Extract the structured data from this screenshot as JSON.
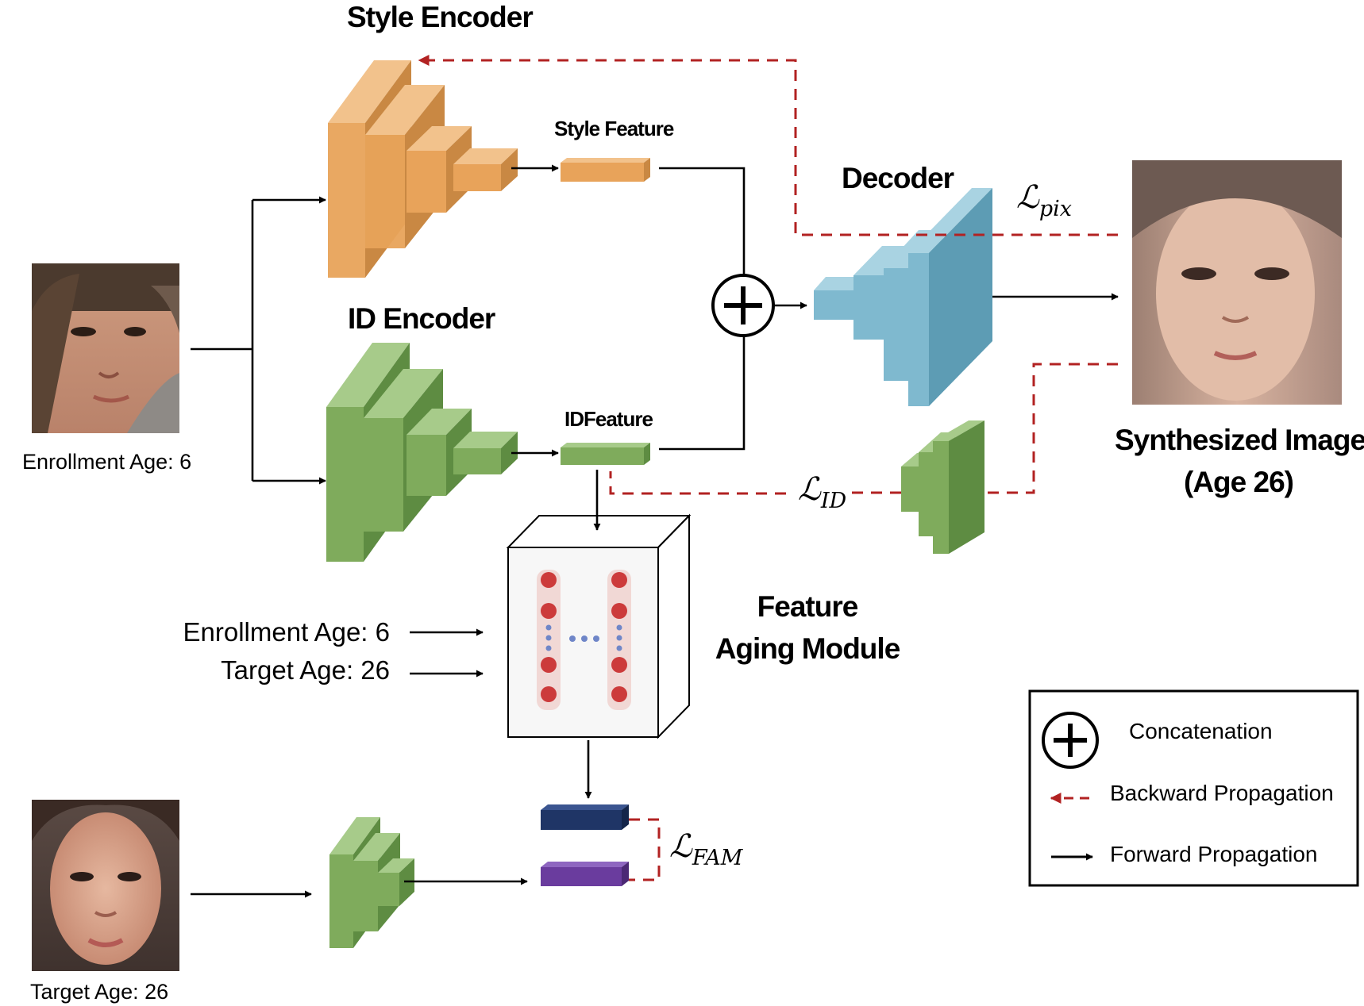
{
  "labels": {
    "style_encoder": "Style Encoder",
    "id_encoder": "ID Encoder",
    "style_feature": "Style Feature",
    "id_feature": "IDFeature",
    "decoder": "Decoder",
    "feature_aging_line1": "Feature",
    "feature_aging_line2": "Aging Module",
    "synthesized_line1": "Synthesized Image",
    "synthesized_line2": "(Age 26)",
    "enrollment_age_caption": "Enrollment Age: 6",
    "target_age_caption": "Target Age: 26",
    "fam_input_enrollment": "Enrollment Age: 6",
    "fam_input_target": "Target Age: 26"
  },
  "losses": {
    "pix": {
      "symbol": "ℒ",
      "sub": "pix"
    },
    "id": {
      "symbol": "ℒ",
      "sub": "ID"
    },
    "fam": {
      "symbol": "ℒ",
      "sub": "FAM"
    }
  },
  "legend": {
    "concatenation": "Concatenation",
    "backward": "Backward Propagation",
    "forward": "Forward Propagation"
  },
  "colors": {
    "style_encoder": "#e8a35a",
    "id_encoder": "#7fab5c",
    "decoder": "#7fb9cf",
    "backward_arrow": "#b22222",
    "forward_arrow": "#000000",
    "aged_feature": "#1f3566",
    "target_feature": "#6a3c9e",
    "neuron": "#cc3b3b",
    "neuron_dots": "#6f86c8"
  },
  "icons": {
    "concat": "circled-plus-icon",
    "enrollment_photo": "child-face-photo",
    "target_photo": "adult-face-photo",
    "synthesized_photo": "synthesized-face-photo"
  }
}
